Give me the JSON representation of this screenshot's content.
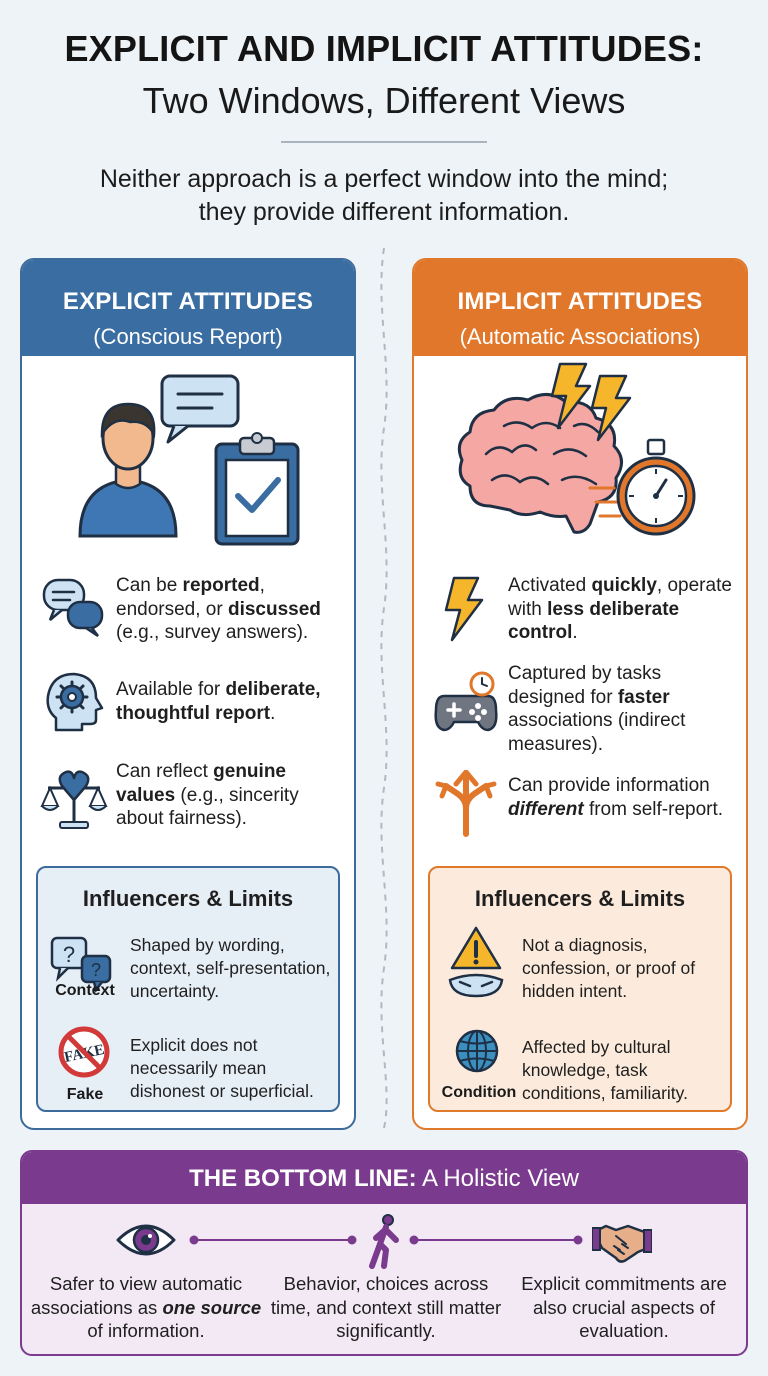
{
  "header": {
    "title_line1": "EXPLICIT AND IMPLICIT ATTITUDES:",
    "title_line2": "Two Windows, Different Views",
    "subtitle_line1": "Neither approach is a perfect window into the mind;",
    "subtitle_line2": "they provide different information."
  },
  "explicit": {
    "title": "EXPLICIT ATTITUDES",
    "subtitle": "(Conscious Report)",
    "accent": "#3a6da1",
    "hero_icons": [
      "person-icon",
      "speech-bubble-icon",
      "clipboard-check-icon"
    ],
    "items": [
      {
        "icon": "chat-bubbles-icon",
        "pre": "Can be ",
        "b1": "reported",
        "mid": ", endorsed, or ",
        "b2": "discussed",
        "post": " (e.g., survey answers)."
      },
      {
        "icon": "head-gear-icon",
        "pre": "Available for ",
        "b1": "deliberate, thoughtful report",
        "post": "."
      },
      {
        "icon": "heart-scale-icon",
        "pre": "Can reflect ",
        "b1": "genuine values",
        "post": " (e.g., sincerity about fairness)."
      }
    ],
    "box": {
      "title": "Influencers & Limits",
      "items": [
        {
          "icon": "question-bubbles-icon",
          "caption": "Context",
          "text": "Shaped by wording, context, self-presentation, uncertainty."
        },
        {
          "icon": "no-fake-icon",
          "caption": "Fake",
          "icon_text": "FAKE",
          "text": "Explicit does not necessarily mean dishonest or superficial."
        }
      ]
    }
  },
  "implicit": {
    "title": "IMPLICIT ATTITUDES",
    "subtitle": "(Automatic Associations)",
    "accent": "#e0772a",
    "hero_icons": [
      "brain-icon",
      "lightning-icon",
      "stopwatch-icon"
    ],
    "items": [
      {
        "icon": "lightning-icon",
        "pre": "Activated ",
        "b1": "quickly",
        "mid": ", operate with ",
        "b2": "less deliberate control",
        "post": "."
      },
      {
        "icon": "gamepad-clock-icon",
        "pre": "Captured by tasks designed for ",
        "b1": "faster",
        "post": " associations (indirect measures)."
      },
      {
        "icon": "split-arrows-icon",
        "pre": "Can provide information ",
        "i1": "different",
        "post": " from self-report."
      }
    ],
    "box": {
      "title": "Influencers & Limits",
      "items": [
        {
          "icon": "warning-mask-icon",
          "caption": "",
          "text": "Not a diagnosis, confession, or proof of hidden intent."
        },
        {
          "icon": "globe-icon",
          "caption": "Condition",
          "text": "Affected by cultural knowledge, task conditions, familiarity."
        }
      ]
    }
  },
  "bottom": {
    "title_bold": "THE BOTTOM LINE:",
    "title_rest": " A Holistic View",
    "accent": "#7a3a8e",
    "items": [
      {
        "icon": "eye-icon",
        "pre": "Safer to view automatic associations as ",
        "i1": "one source",
        "post": " of information."
      },
      {
        "icon": "walking-person-icon",
        "text": "Behavior, choices across time, and context still matter significantly."
      },
      {
        "icon": "handshake-icon",
        "text": "Explicit commitments are also crucial aspects of evaluation."
      }
    ]
  }
}
